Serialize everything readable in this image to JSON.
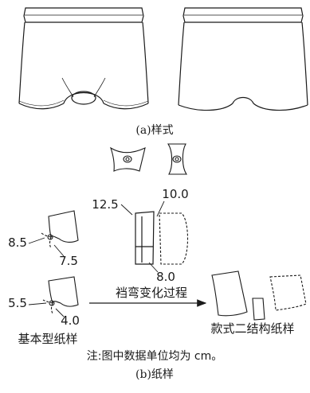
{
  "caption_a": "(a)样式",
  "caption_b": "(b)纸样",
  "note": "注:图中数据单位均为 cm。",
  "arrow_label": "裆弯变化过程",
  "base_pattern_label": "基本型纸样",
  "style2_pattern_label": "款式二结构纸样",
  "dims": {
    "top_back": "12.5",
    "top_front": "10.0",
    "bottom": "8.0",
    "base_back_a": "8.5",
    "base_back_b": "7.5",
    "base_front_a": "5.5",
    "base_front_b": "4.0"
  }
}
